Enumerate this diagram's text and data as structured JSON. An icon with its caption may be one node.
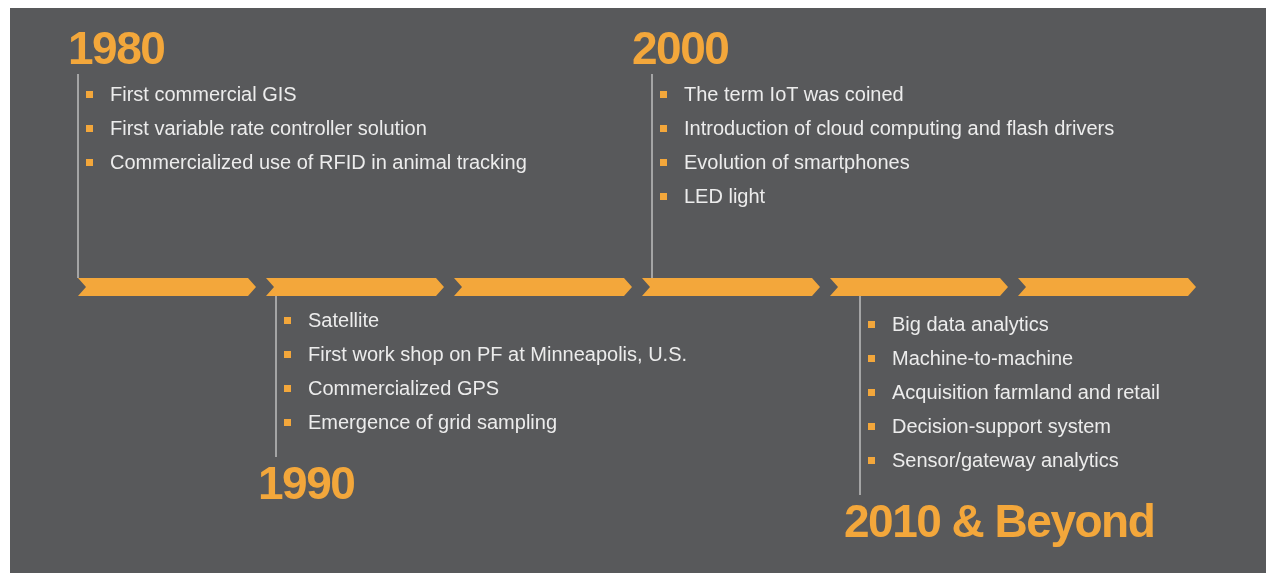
{
  "diagram": {
    "nodes": [
      {
        "text": [
          "1980",
          "First commercial GIS",
          "First variable rate controller solution",
          "Commercialized use of RFID in animal tracking"
        ]
      },
      {
        "text": [
          "2000",
          "The term IoT was coined",
          "Introduction of cloud computing and flash drivers",
          "Evolution of smartphones",
          "LED light"
        ]
      },
      {
        "text": [],
        "shape": "bar"
      },
      {
        "text": [],
        "shape": "bar"
      },
      {
        "text": [],
        "shape": "bar"
      },
      {
        "text": [],
        "shape": "bar"
      },
      {
        "text": [],
        "shape": "bar"
      },
      {
        "text": [],
        "shape": "bar"
      },
      {
        "text": [
          "Satellite",
          "First work shop on PF at Minneapolis, U.S.",
          "Commercialized GPS",
          "Emergence of grid sampling",
          "1990"
        ]
      },
      {
        "text": [
          "Big data analytics",
          "Machine-to-machine",
          "Acquisition farmland and retail",
          "Decision-support system",
          "Sensor/gateway analytics",
          "2010 & Beyond"
        ]
      }
    ],
    "edges": [
      {
        "from": 0,
        "to": 2,
        "arrow": "none"
      },
      {
        "from": 1,
        "to": 5,
        "arrow": "none"
      },
      {
        "from": 8,
        "to": 3,
        "arrow": "none"
      },
      {
        "from": 9,
        "to": 6,
        "arrow": "none"
      }
    ]
  }
}
